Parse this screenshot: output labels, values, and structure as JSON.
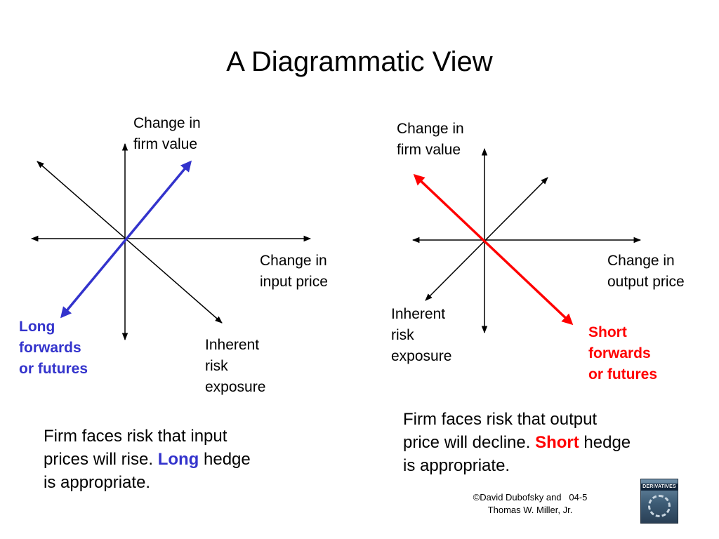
{
  "title": "A Diagrammatic View",
  "left_panel": {
    "y_axis_label": [
      "Change in",
      "firm value"
    ],
    "x_axis_label": [
      "Change in",
      "input price"
    ],
    "risk_label": [
      "Inherent",
      "risk",
      "exposure"
    ],
    "hedge_label": [
      "Long",
      "forwards",
      "or futures"
    ],
    "hedge_color": "#3333cc",
    "caption": {
      "line1": "Firm faces risk that input",
      "line2_pre": "prices will rise. ",
      "line2_em": "Long",
      "line2_post": " hedge",
      "line3": "is appropriate."
    }
  },
  "right_panel": {
    "y_axis_label": [
      "Change in",
      "firm value"
    ],
    "x_axis_label": [
      "Change in",
      "output price"
    ],
    "risk_label": [
      "Inherent",
      "risk",
      "exposure"
    ],
    "hedge_label": [
      "Short",
      "forwards",
      "or futures"
    ],
    "hedge_color": "#ff0000",
    "caption": {
      "line1": "Firm faces risk that output",
      "line2_pre": "price will decline. ",
      "line2_em": "Short",
      "line2_post": " hedge",
      "line3": "is appropriate."
    }
  },
  "footer": {
    "line1": "©David Dubofsky and   04-5",
    "line2": "Thomas W. Miller, Jr."
  },
  "book": {
    "cover_text": "DERIVATIVES",
    "icon": "book-cover-icon"
  }
}
